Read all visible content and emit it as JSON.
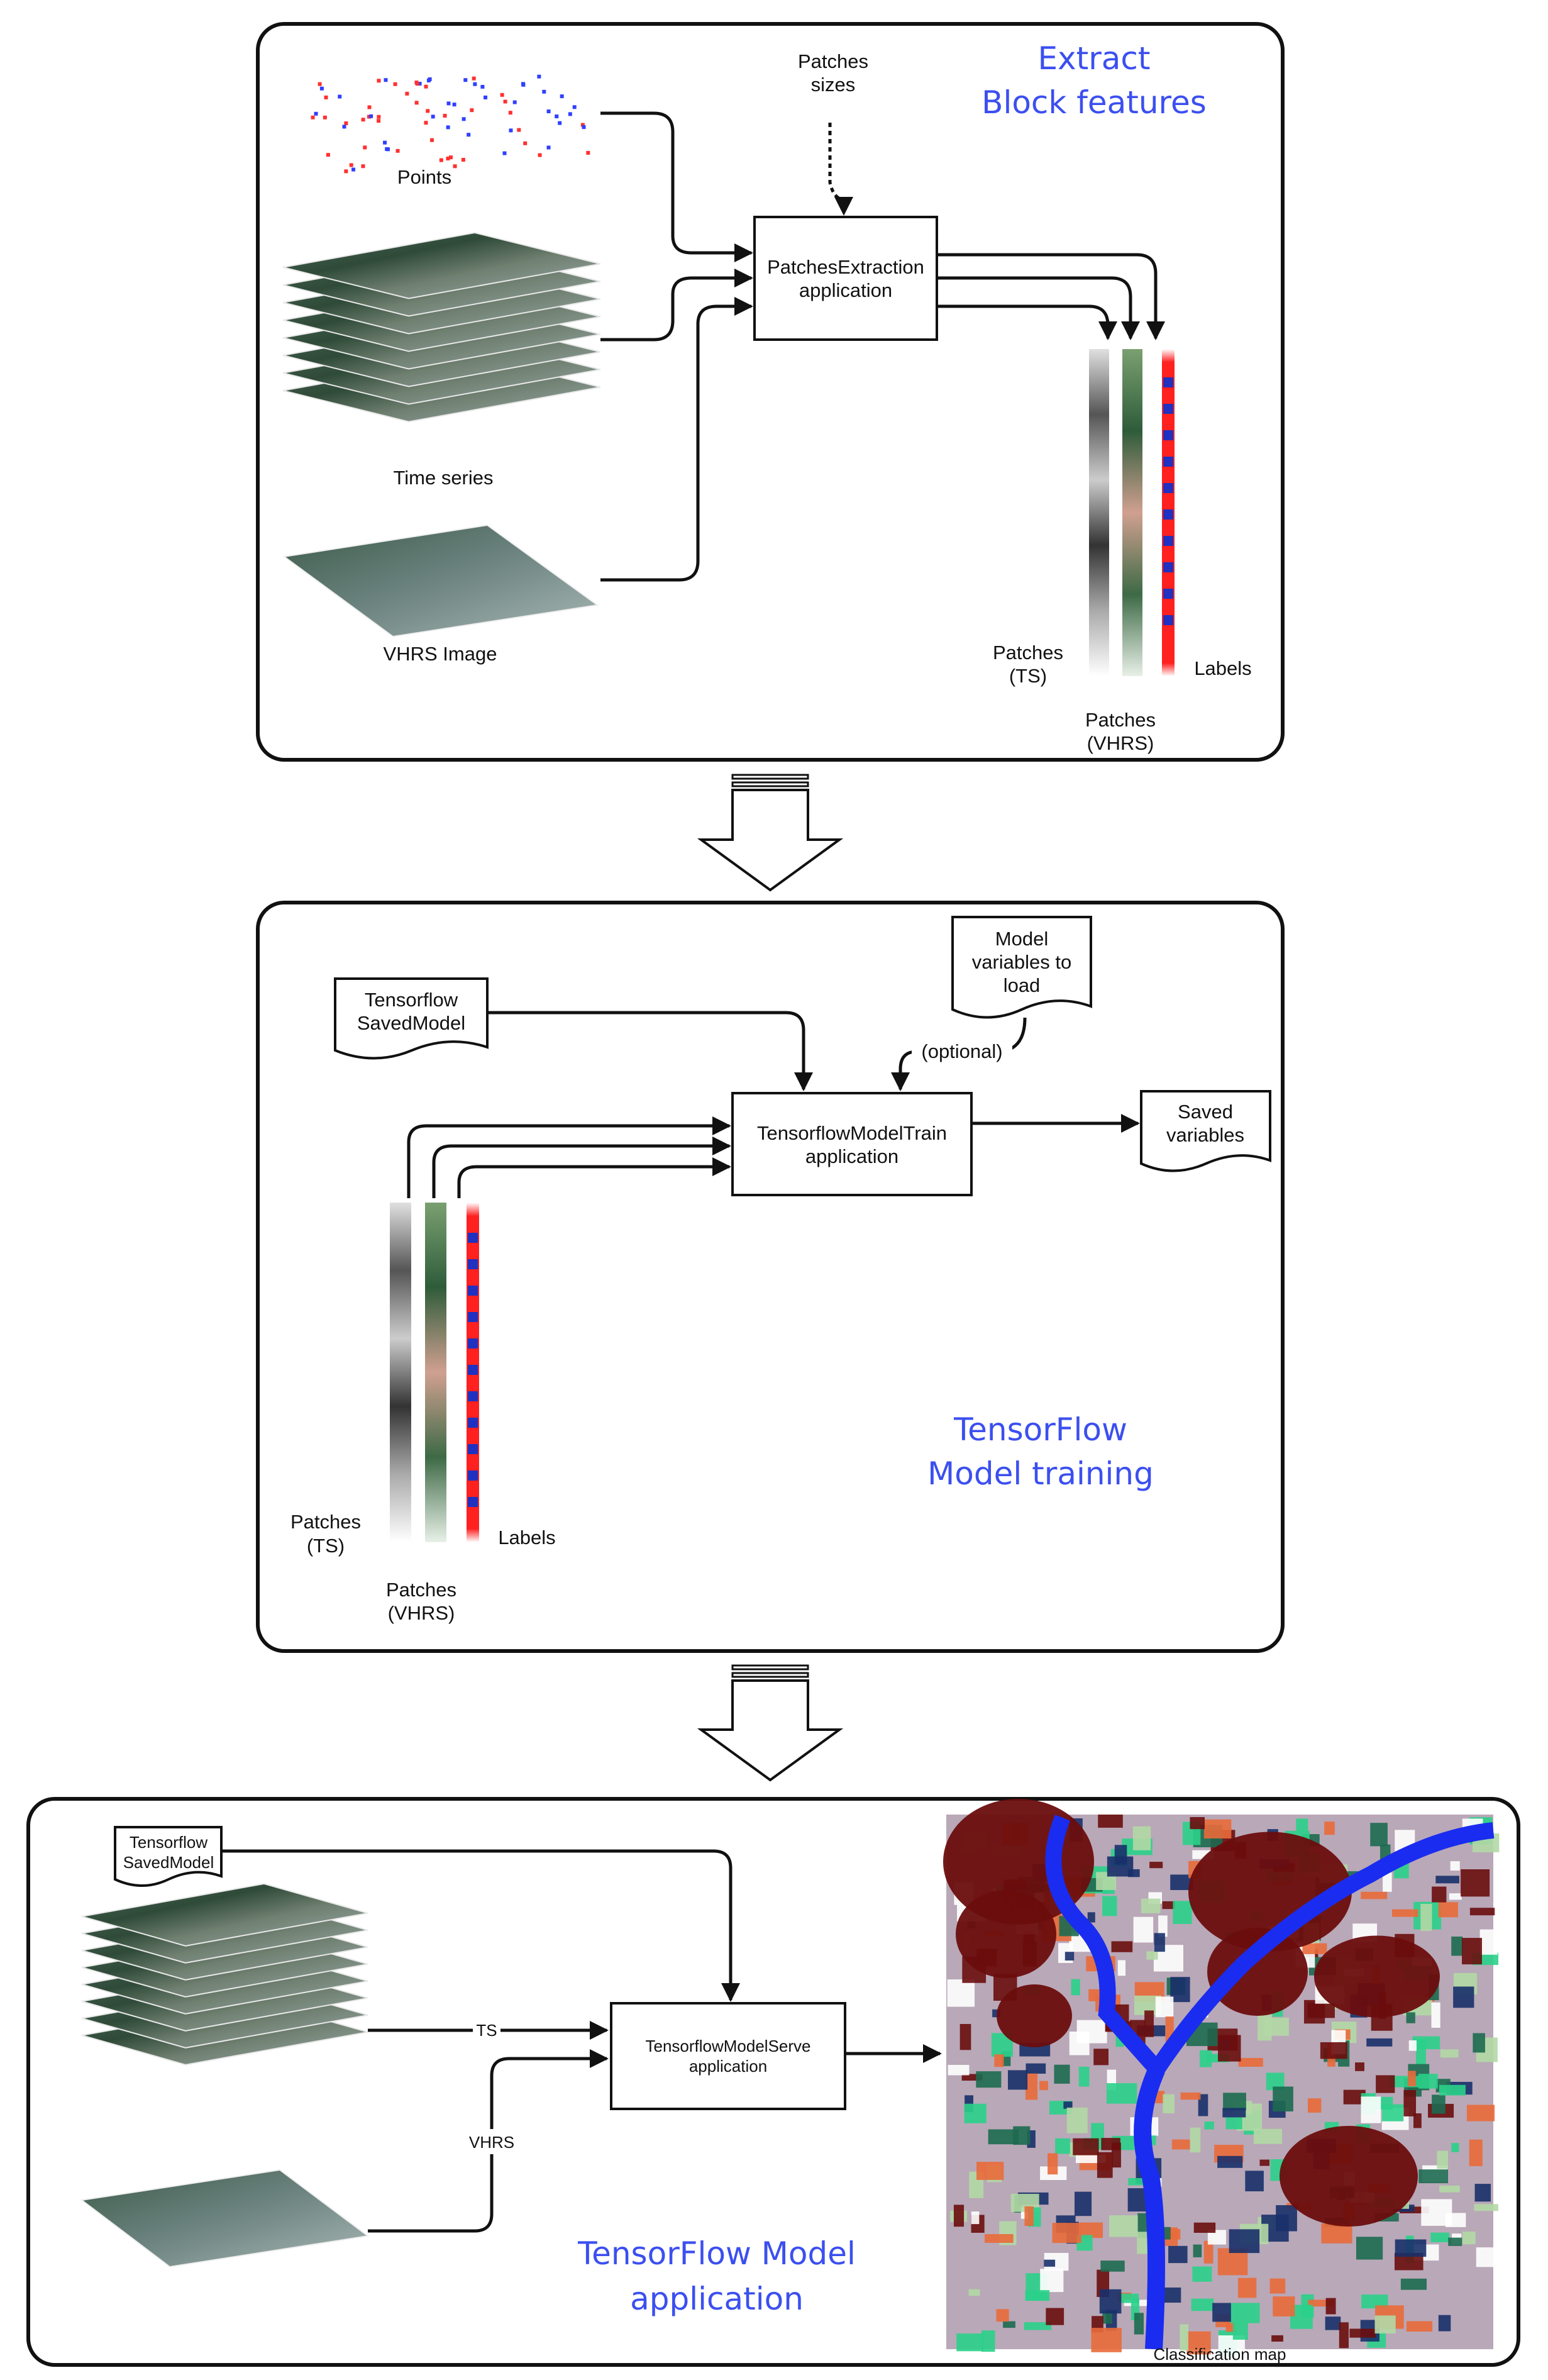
{
  "panel1": {
    "title_line1": "Extract",
    "title_line2": "Block features",
    "points_label": "Points",
    "timeseries_label": "Time series",
    "vhrs_label": "VHRS Image",
    "patches_sizes_line1": "Patches",
    "patches_sizes_line2": "sizes",
    "app_line1": "PatchesExtraction",
    "app_line2": "application",
    "patches_ts_line1": "Patches",
    "patches_ts_line2": "(TS)",
    "patches_vhrs_line1": "Patches",
    "patches_vhrs_line2": "(VHRS)",
    "labels_label": "Labels"
  },
  "panel2": {
    "title_line1": "TensorFlow",
    "title_line2": "Model training",
    "savedmodel_line1": "Tensorflow",
    "savedmodel_line2": "SavedModel",
    "modelvars_line1": "Model",
    "modelvars_line2": "variables to",
    "modelvars_line3": "load",
    "optional_label": "(optional)",
    "app_line1": "TensorflowModelTrain",
    "app_line2": "application",
    "saved_line1": "Saved",
    "saved_line2": "variables",
    "patches_ts_line1": "Patches",
    "patches_ts_line2": "(TS)",
    "patches_vhrs_line1": "Patches",
    "patches_vhrs_line2": "(VHRS)",
    "labels_label": "Labels"
  },
  "panel3": {
    "title_line1": "TensorFlow Model",
    "title_line2": "application",
    "savedmodel_line1": "Tensorflow",
    "savedmodel_line2": "SavedModel",
    "ts_label": "TS",
    "vhrs_label": "VHRS",
    "app_line1": "TensorflowModelServe",
    "app_line2": "application",
    "map_caption": "Classification map"
  },
  "colors": {
    "accent_title": "#3b4ff0",
    "label_red": "#ff2020",
    "label_blue": "#2030c0",
    "map_dark": "#6a0d0d",
    "map_river": "#1a2cf0"
  }
}
